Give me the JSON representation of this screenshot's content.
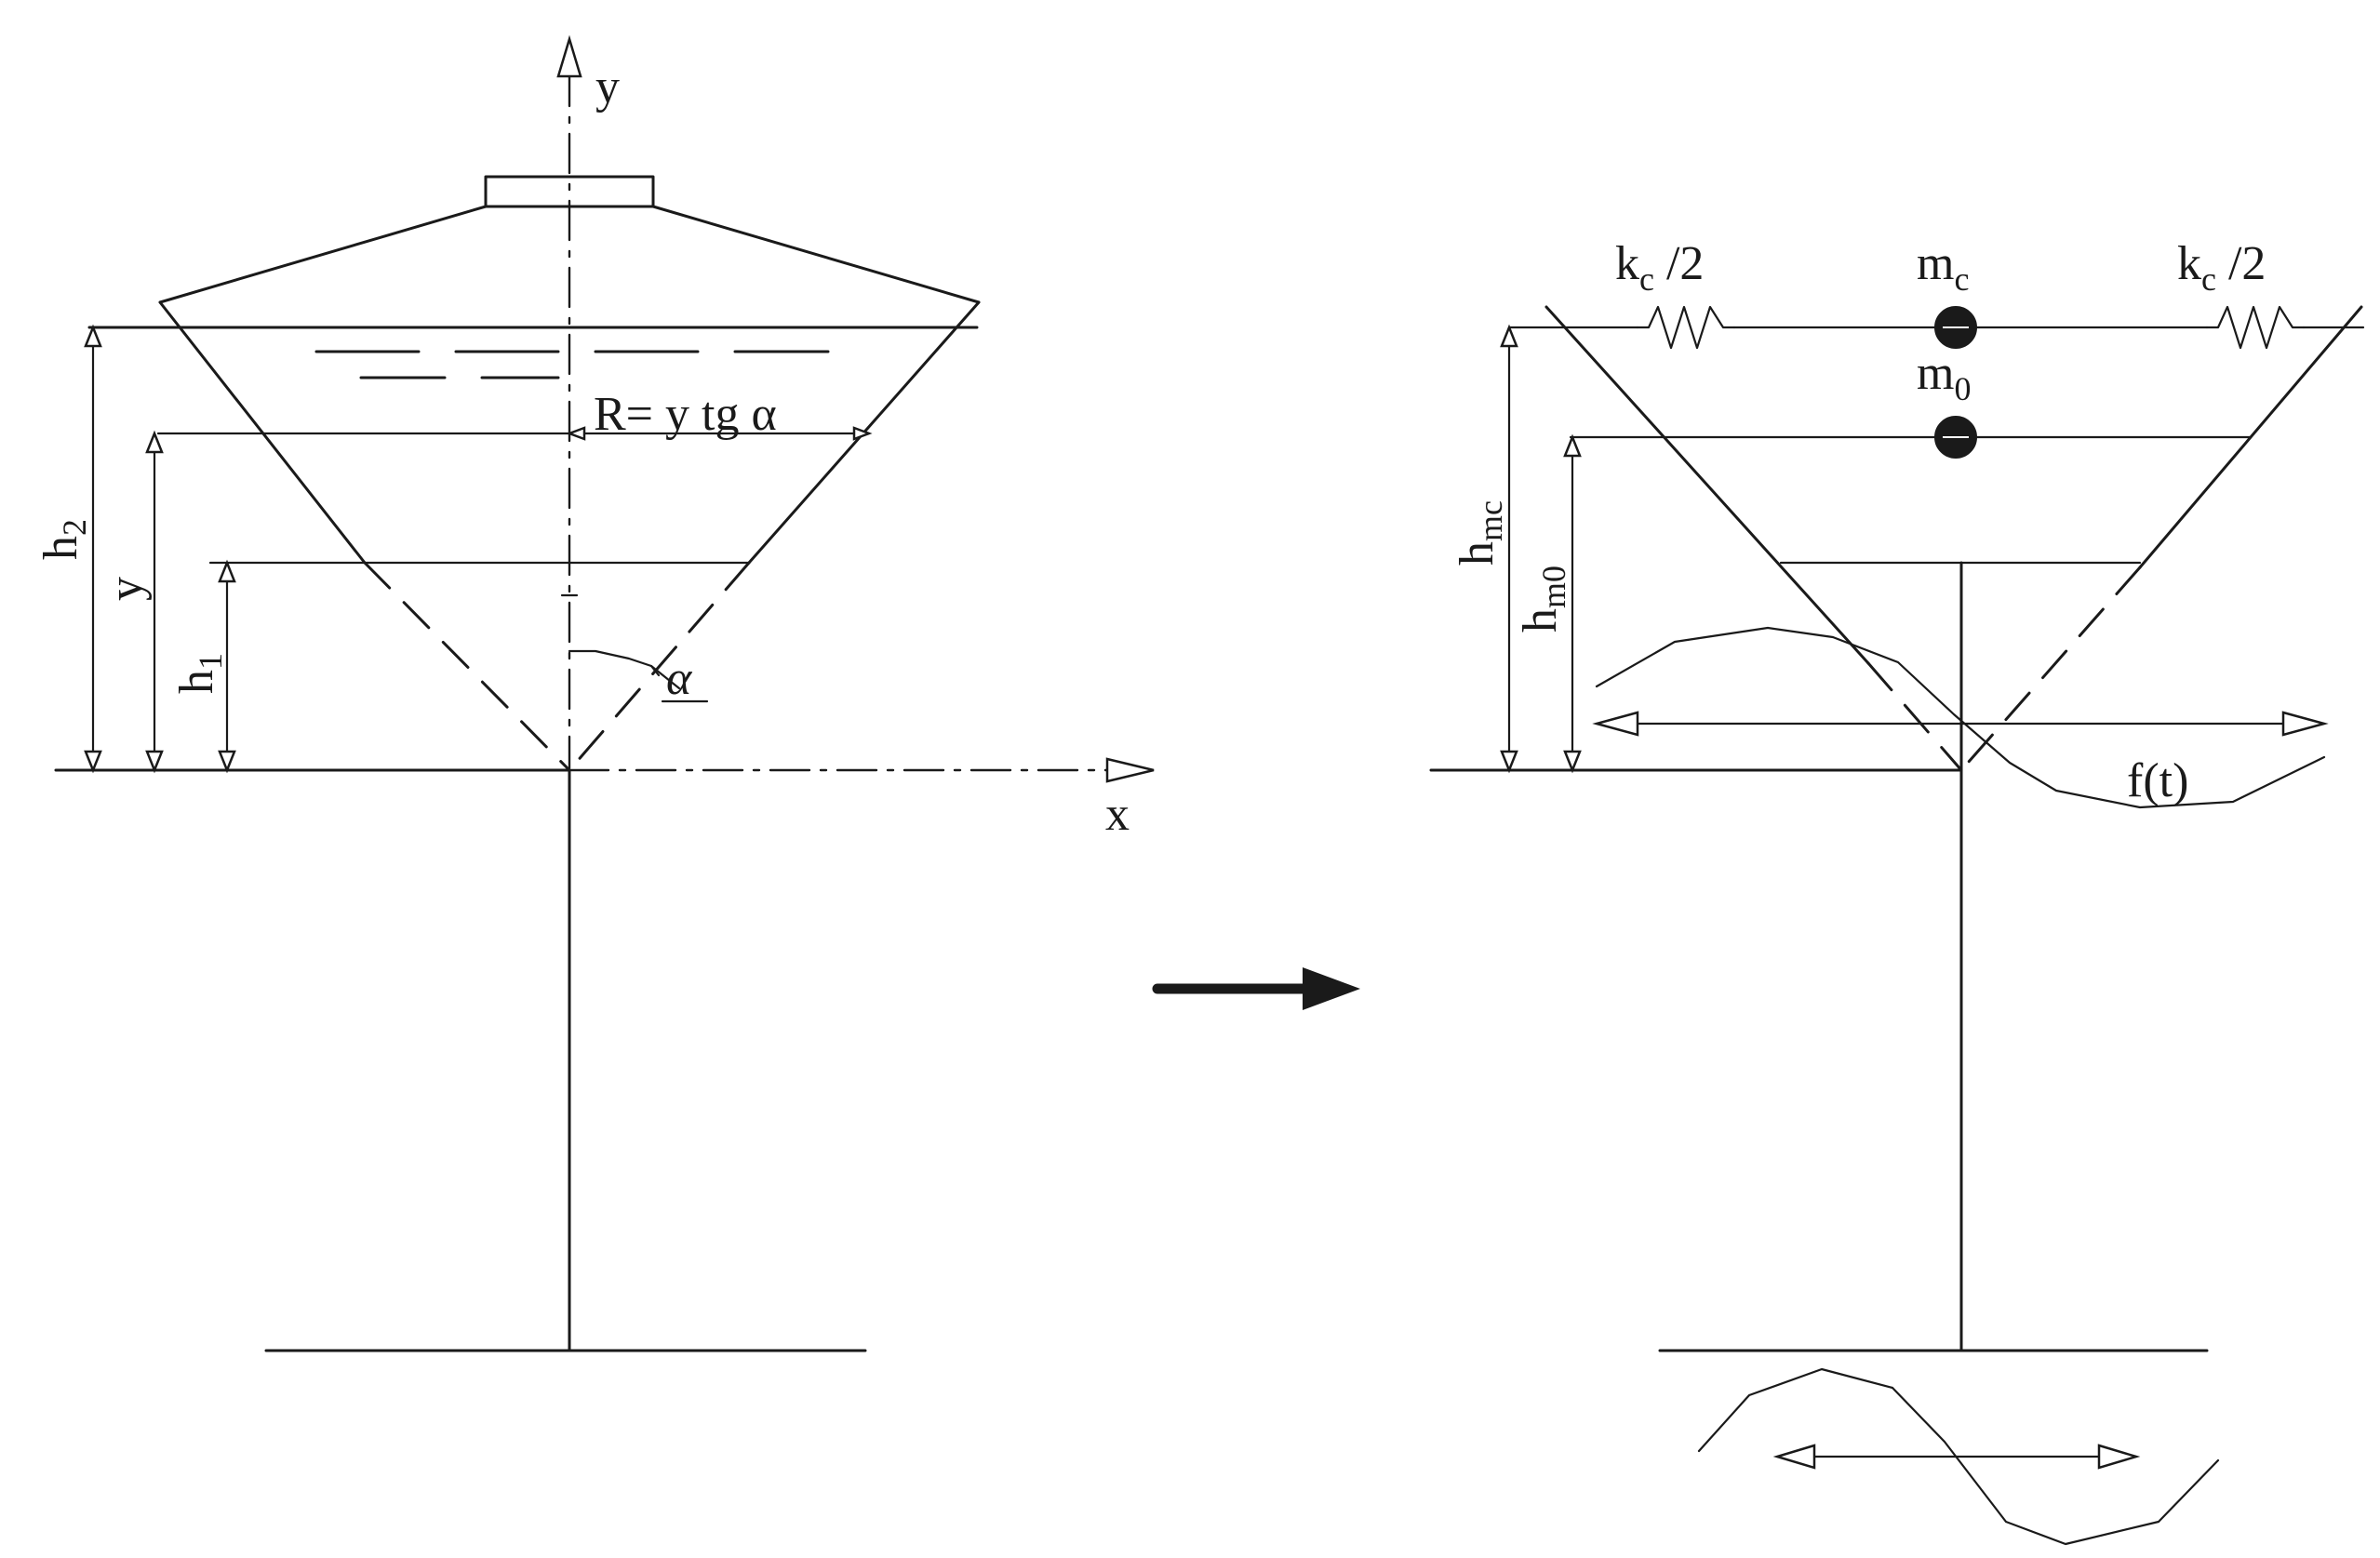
{
  "left_diagram": {
    "axis_y_label": "y",
    "axis_x_label": "x",
    "radius_relation": "R= y tg α",
    "angle_label": "α",
    "h2_label": "h",
    "h2_sub": "2",
    "y_label": "y",
    "h1_label": "h",
    "h1_sub": "1"
  },
  "right_diagram": {
    "spring_left": {
      "label": "k",
      "sub": "c",
      "suffix": " /2"
    },
    "spring_right": {
      "label": "k",
      "sub": "c",
      "suffix": " /2"
    },
    "mass_c": {
      "label": "m",
      "sub": "c"
    },
    "mass_0": {
      "label": "m",
      "sub": "0"
    },
    "h_mc": {
      "label": "h",
      "sub": "mc"
    },
    "h_m0": {
      "label": "h",
      "sub": "m0"
    },
    "excitation_label": "f(t)"
  }
}
